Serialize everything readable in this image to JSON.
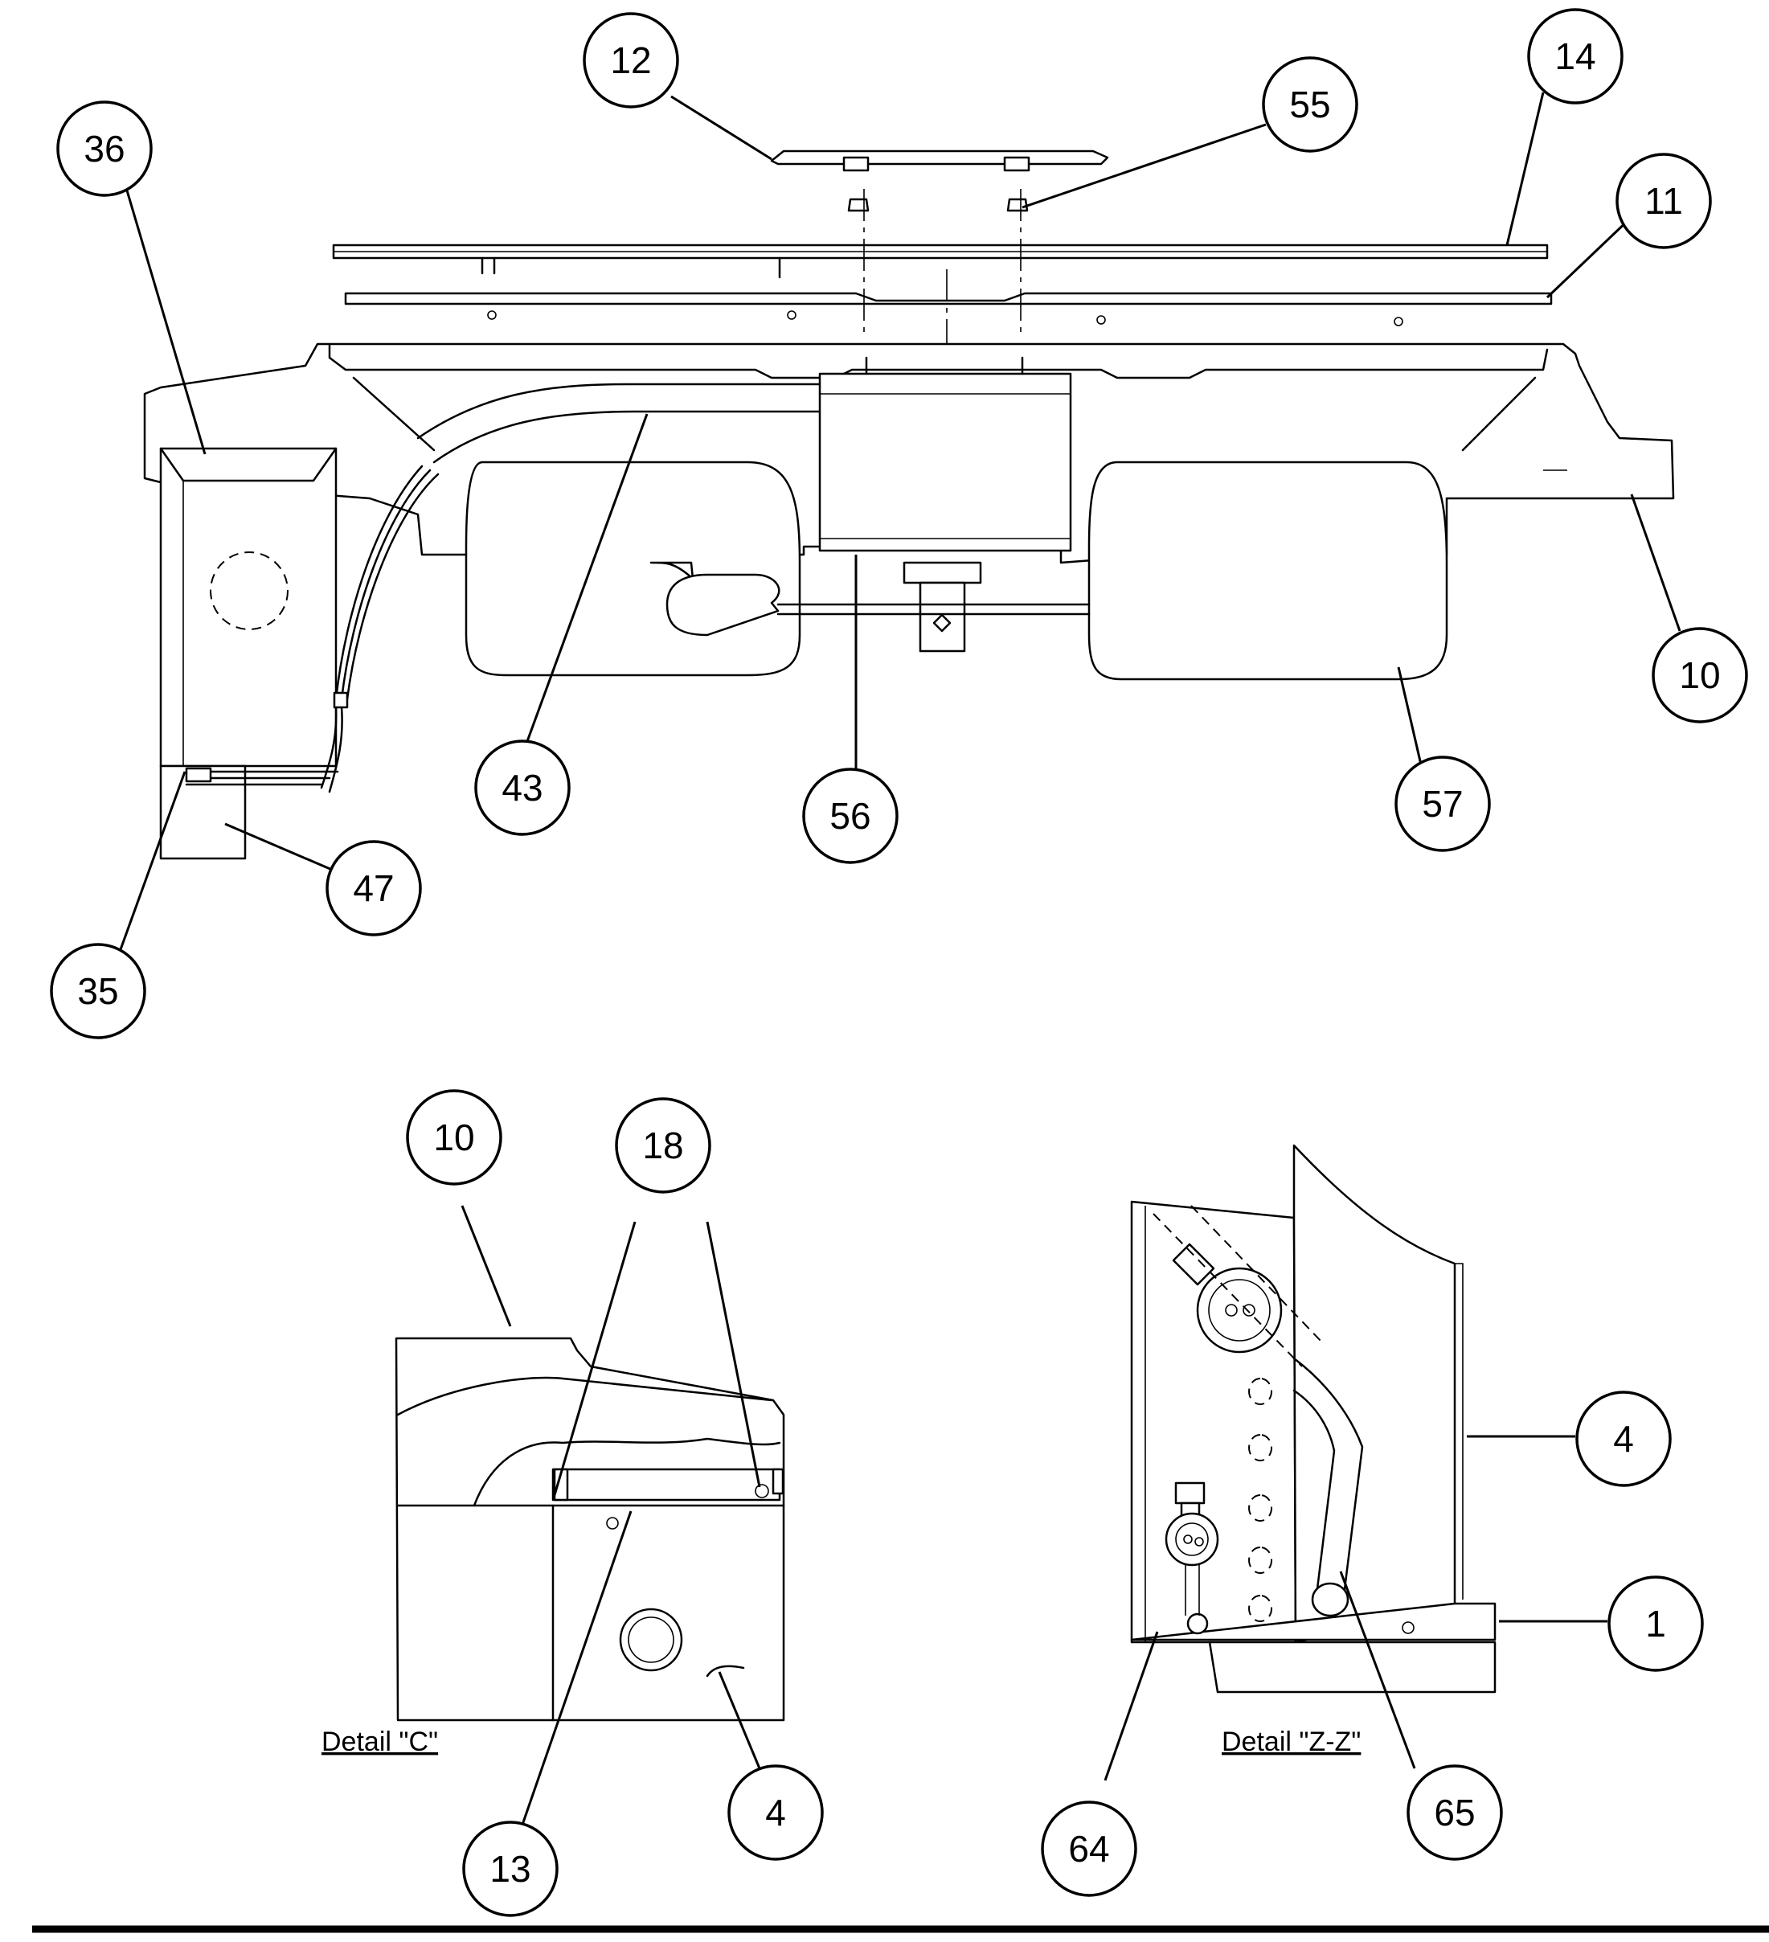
{
  "callouts": [
    {
      "id": "c-12",
      "label": "12"
    },
    {
      "id": "c-55",
      "label": "55"
    },
    {
      "id": "c-14",
      "label": "14"
    },
    {
      "id": "c-36",
      "label": "36"
    },
    {
      "id": "c-11",
      "label": "11"
    },
    {
      "id": "c-10-top",
      "label": "10"
    },
    {
      "id": "c-43",
      "label": "43"
    },
    {
      "id": "c-56",
      "label": "56"
    },
    {
      "id": "c-57",
      "label": "57"
    },
    {
      "id": "c-47",
      "label": "47"
    },
    {
      "id": "c-35",
      "label": "35"
    },
    {
      "id": "c-10-detail",
      "label": "10"
    },
    {
      "id": "c-18",
      "label": "18"
    },
    {
      "id": "c-13",
      "label": "13"
    },
    {
      "id": "c-4-detail-c",
      "label": "4"
    },
    {
      "id": "c-4-detail-z",
      "label": "4"
    },
    {
      "id": "c-1",
      "label": "1"
    },
    {
      "id": "c-64",
      "label": "64"
    },
    {
      "id": "c-65",
      "label": "65"
    }
  ],
  "captions": {
    "detail_c": "Detail \"C\"",
    "detail_zz": "Detail \"Z-Z\""
  },
  "colors": {
    "ink": "#000000",
    "paper": "#ffffff"
  }
}
